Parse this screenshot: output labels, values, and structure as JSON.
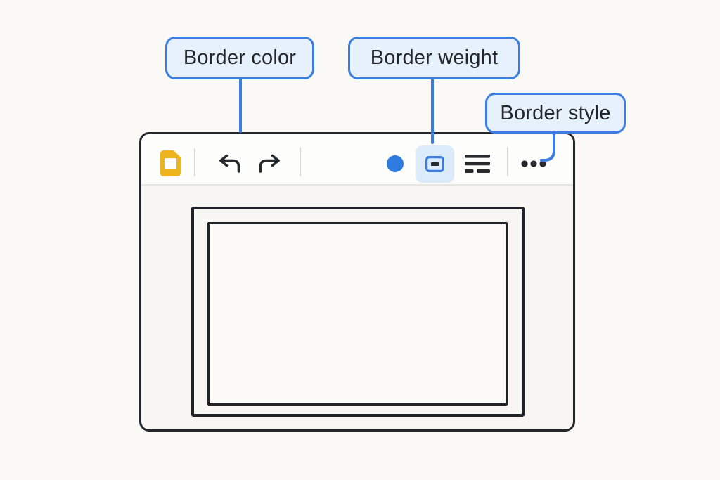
{
  "callouts": {
    "border_color": "Border color",
    "border_weight": "Border weight",
    "border_style": "Border style"
  },
  "toolbar": {
    "icons": {
      "app": "slides-document-icon",
      "undo": "undo-arrow-icon",
      "redo": "redo-arrow-icon",
      "border_color": "filled-circle-swatch-icon",
      "border_weight": "outlined-rectangle-icon",
      "border_style": "solid-and-dashed-lines-icon",
      "more": "three-dots-icon"
    },
    "selected_tool": "border_weight"
  },
  "canvas": {
    "shape": "rectangle-with-double-border"
  },
  "colors": {
    "accent": "#3b7de0",
    "callout_fill": "#e6f1fc",
    "callout_text": "#23262b",
    "dot_blue": "#2e7cdf",
    "slides_yellow": "#eeb41f",
    "icon_dark": "#26292d",
    "frame_border": "#23262b",
    "page_bg": "#faf9f6",
    "canvas_bg": "#f7f6f3",
    "toolbar_bg": "#fdfdfb",
    "divider": "#d9d8d5",
    "toolbar_rule": "#e6e5e2",
    "weight_btn_bg": "#dcebfa",
    "shape_border": "#1f2327",
    "shape_fill": "#fbfaf8"
  }
}
